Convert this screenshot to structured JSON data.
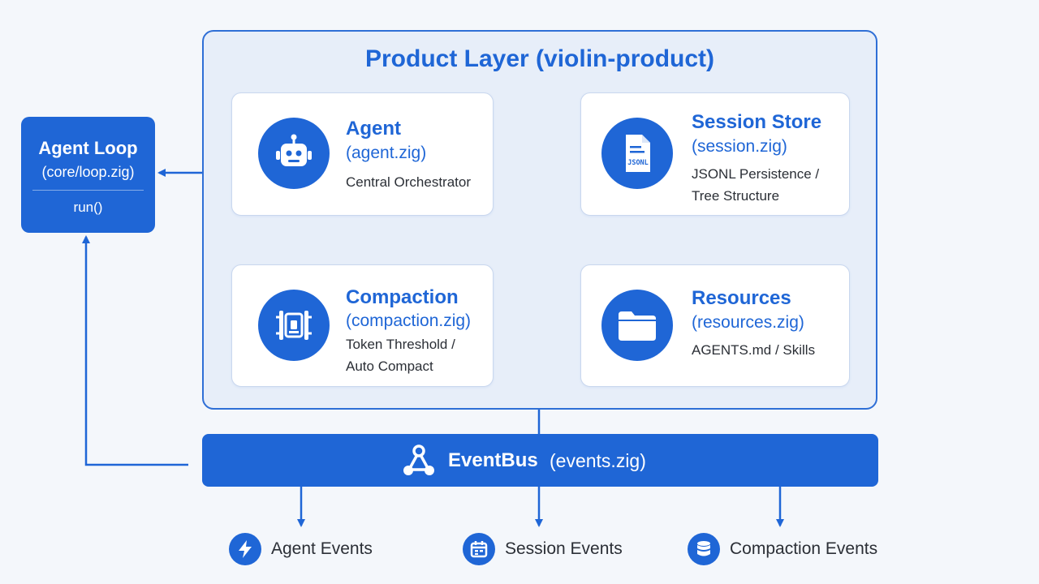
{
  "product_layer": {
    "title": "Product Layer (violin-product)"
  },
  "agent_loop": {
    "title": "Agent Loop",
    "file": "(core/loop.zig)",
    "function": "run()"
  },
  "components": {
    "agent": {
      "name": "Agent",
      "file": "(agent.zig)",
      "desc_lines": [
        "Central Orchestrator"
      ],
      "icon": "robot-icon"
    },
    "session_store": {
      "name": "Session Store",
      "file": "(session.zig)",
      "desc_lines": [
        "JSONL Persistence /",
        "Tree Structure"
      ],
      "icon": "json-document-icon",
      "icon_text": "JSONL"
    },
    "compaction": {
      "name": "Compaction",
      "file": "(compaction.zig)",
      "desc_lines": [
        "Token Threshold /",
        "Auto Compact"
      ],
      "icon": "compress-icon"
    },
    "resources": {
      "name": "Resources",
      "file": "(resources.zig)",
      "desc_lines": [
        "AGENTS.md / Skills"
      ],
      "icon": "folder-icon"
    }
  },
  "eventbus": {
    "name": "EventBus",
    "file": "(events.zig)",
    "icon": "share-nodes-icon"
  },
  "events": [
    {
      "label": "Agent Events",
      "icon": "lightning-icon"
    },
    {
      "label": "Session Events",
      "icon": "calendar-icon"
    },
    {
      "label": "Compaction Events",
      "icon": "database-icon"
    }
  ],
  "colors": {
    "primary": "#1f66d6",
    "panel": "#e7eef9",
    "background": "#f4f7fb",
    "text": "#2b2f36"
  }
}
